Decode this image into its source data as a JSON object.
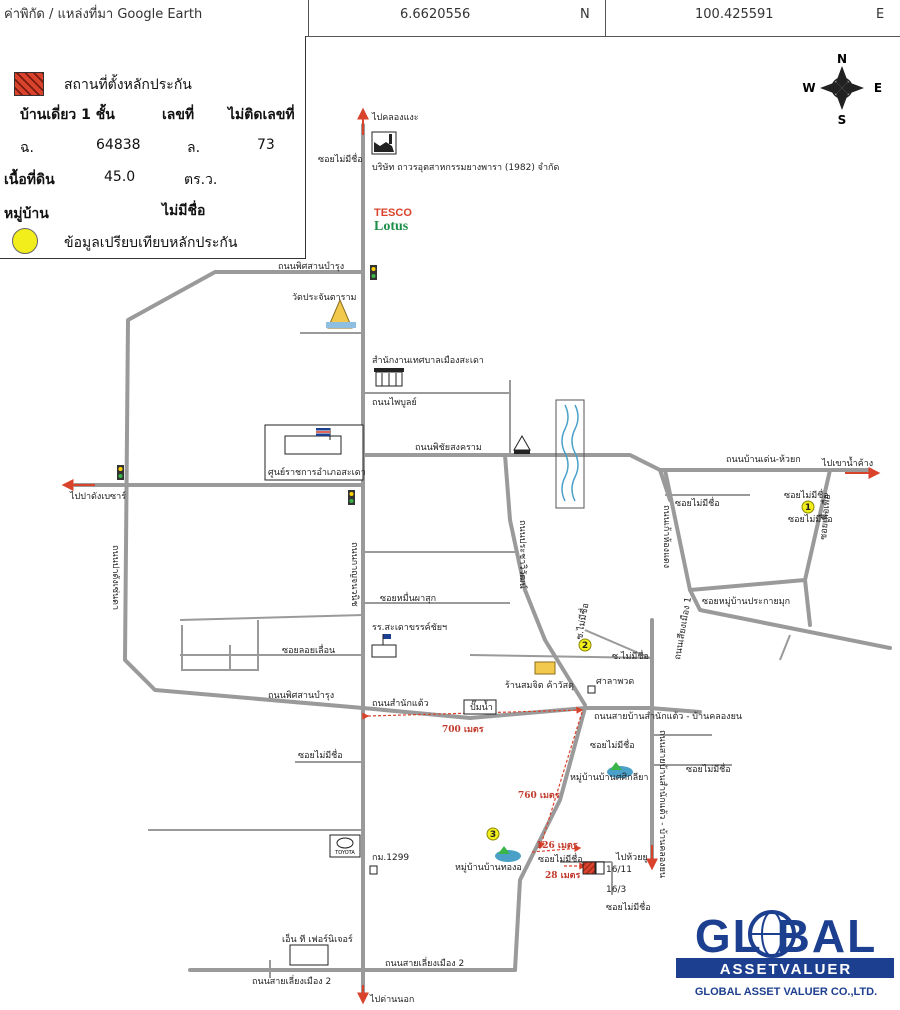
{
  "header": {
    "label": "ค่าพิกัด / แหล่งที่มา Google Earth",
    "latitude": "6.6620556",
    "lat_dir": "N",
    "longitude": "100.425591",
    "lon_dir": "E"
  },
  "legend": {
    "collateral_label": "สถานที่ตั้งหลักประกัน",
    "house_type": "บ้านเดี่ยว 1 ชั้น",
    "number_label": "เลขที่",
    "number_value": "ไม่ติดเลขที่",
    "deed_prefix": "ฉ.",
    "deed_no": "64838",
    "deed_suffix": "ล.",
    "deed_value": "73",
    "area_label": "เนื้อที่ดิน",
    "area_value": "45.0",
    "area_unit": "ตร.ว.",
    "village_label": "หมู่บ้าน",
    "village_value": "ไม่มีชื่อ",
    "comparable_label": "ข้อมูลเปรียบเทียบหลักประกัน",
    "collateral_color": "#d9422b",
    "comparable_color": "#f2ee1c"
  },
  "compass": {
    "n": "N",
    "s": "S",
    "e": "E",
    "w": "W"
  },
  "map": {
    "to_khlong_nae": "ไปคลองแงะ",
    "soi_no_name_top": "ซอยไม่มีชื่อ",
    "factory": "บริษัท ถาวรอุตสาหกรรมยางพารา (1982) จำกัด",
    "tesco_1": "TESCO",
    "tesco_2": "Lotus",
    "rd_phitsanu_top": "ถนนพิศสานบำรุง",
    "wat": "วัดประจันตาราม",
    "municipal_office": "สำนักงานเทศบาลเมืองสะเดา",
    "rd_phaibun": "ถนนไพบูลย์",
    "rd_wichaisongkhram": "ถนนพิชัยสงคราม",
    "district_office": "ศูนย์ราชการอำเภอสะเดา",
    "to_padang_besar": "ไปปาดังเบซาร์",
    "rd_prachawiwat": "ถนนประชาวิวัฒน์",
    "rd_kanchanawanit": "ถนนกาญจนวนิช",
    "rd_left_vertical": "ถนนปาดังเซ่นดา",
    "soi_numphakdi": "ซอยหมื่นผาสุก",
    "soi_lotluean": "ซอยลอยเลื่อน",
    "school": "รร.สะเดาขรรค์ชัยฯ",
    "rd_phitsanu_bottom": "ถนนพิศสานบำรุง",
    "rd_samnak_kaeo": "ถนนสำนักแต้ว",
    "ptt": "ปั๊มน้ำ",
    "dist_700": "700 เมตร",
    "soi_no_name_left": "ซอยไม่มีชื่อ",
    "rd_ban_doem": "ถนนบ้านเด่น-ห้วยก",
    "to_water": "ไปเขาน้ำค้าง",
    "soi_no_name_e1": "ซอยไม่มีชื่อ",
    "soi_no_name_e2": "ซอยไม่มีชื่อ",
    "soi_no_name_e3": "ซอยไม่มีชื่อ",
    "soi_no_name_e4": "ซอยเพื่อเพื่อ",
    "rd_kaeo_kanthong": "ถนนเก้าห้องแดง",
    "soi_village": "ซอยหมู่บ้านประกายมุก",
    "soi_no_name_mid": "ซ.ไม่มีชื่อ",
    "soi_no_name_mid2": "ซ.ไม่มีชื่อ",
    "rd_samakhi": "ถนนเสียงเมือง 1",
    "shop": "ร้านสมจิต ค้าวัสดุ",
    "sala": "ศาลาพวด",
    "rd_samnak_kaeo_bkl": "ถนนสายบ้านสำนักแต้ว - บ้านคลองยน",
    "soi_no_name_r1": "ซอยไม่มีชื่อ",
    "soi_no_name_r2": "ซอยไม่มีชื่อ",
    "village_right": "หมู่บ้านบ้านศศิกลียา",
    "dist_760": "760 เมตร",
    "dist_126": "126 เมตร",
    "dist_28": "28 เมตร",
    "soi_no_name_site": "ซอยไม่มีชื่อ",
    "to_huai_yu": "ไปห้วยยู",
    "rd_right_vertical": "ถนนสายบ้านสำนักแต้ว - บ้านคลองยน",
    "km": "กม.1299",
    "village_left": "หมู่บ้านบ้านทองอ",
    "num_16_11": "16/11",
    "num_16_3": "16/3",
    "soi_no_name_bottom": "ซอยไม่มีชื่อ",
    "toyota": "TOYOTA",
    "nt_ferrig": "เอ็น ที เฟอร์นิเจอร์",
    "rd_sai_liang_2": "ถนนสายเลี่ยงเมือง 2",
    "rd_sai_liang_2b": "ถนนสายเลี่ยงเมือง 2",
    "to_dan_nok": "ไปด่านนอก",
    "marker_1": "1",
    "marker_2": "2",
    "marker_3": "3"
  },
  "logo": {
    "big": "GL BAL",
    "mid": "ASSETVALUER",
    "small": "GLOBAL ASSET VALUER CO.,LTD.",
    "color": "#1d3f8f"
  },
  "colors": {
    "road": "#9a9a9a",
    "arrow": "#d9422b",
    "river": "#4aa0c8"
  }
}
